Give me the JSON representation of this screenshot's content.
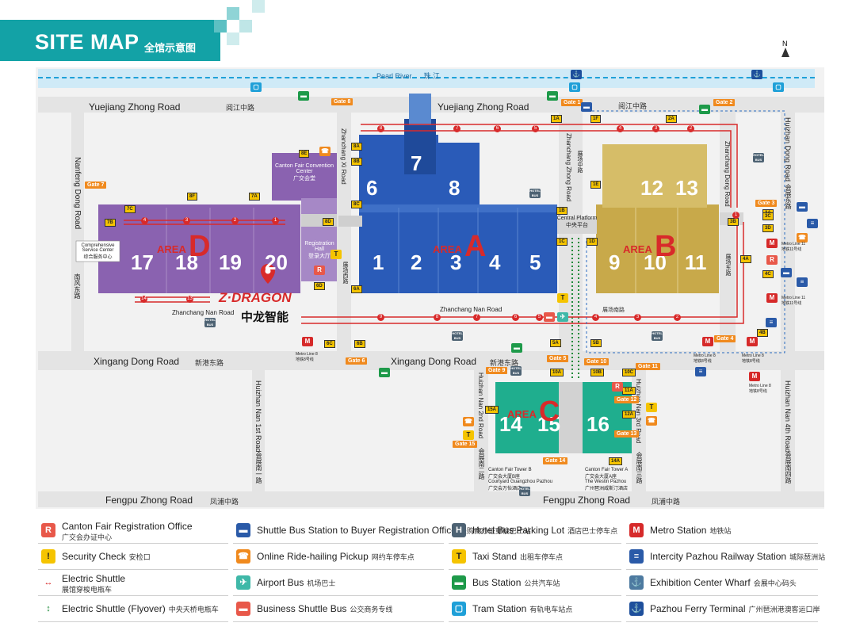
{
  "header": {
    "title": "SITE MAP",
    "subtitle": "全馆示意图"
  },
  "north": "N",
  "river": {
    "en": "Pearl River",
    "cn": "珠 江"
  },
  "roads": {
    "yuejiang_left": "Yuejiang Zhong Road",
    "yuejiang_left_cn": "阅江中路",
    "yuejiang_mid": "Yuejiang Zhong Road",
    "yuejiang_right_cn": "阅江中路",
    "xingang_left": "Xingang Dong Road",
    "xingang_left_cn": "新港东路",
    "xingang_mid": "Xingang Dong Road",
    "xingang_mid_cn": "新港东路",
    "fengpu_left": "Fengpu Zhong Road",
    "fengpu_left_cn": "凤浦中路",
    "fengpu_right": "Fengpu Zhong Road",
    "fengpu_right_cn": "凤浦中路",
    "nanfeng": "Nanfeng Dong Road",
    "nanfeng_cn": "南风东路",
    "zhanchang_xi": "Zhanchang Xi Road",
    "zhanchang_xi_cn": "展场西路",
    "zhanchang_zhong": "Zhanchang Zhong Road",
    "zhanchang_zhong_cn": "展场中路",
    "zhanchang_dong": "Zhanchang Dong Road",
    "zhanchang_dong_cn": "展场东路",
    "huizhan_dong": "Huizhan Dong Road",
    "huizhan_dong_cn": "会展东路",
    "zhanchang_nan_left": "Zhanchang Nan Road",
    "zhanchang_nan_mid": "Zhanchang Nan Road",
    "zhanchang_nan_right_cn": "展场南路",
    "huizhan_nan1": "Huizhan Nan 1st Road",
    "huizhan_nan1_cn": "会展南一路",
    "huizhan_nan2": "Huizhan Nan 2nd Road",
    "huizhan_nan2_cn": "会展南二路",
    "huizhan_nan3": "Huizhan Nan 3rd Road",
    "huizhan_nan3_cn": "会展南三路",
    "huizhan_nan4": "Huizhan Nan 4th Road",
    "huizhan_nan4_cn": "会展南四路"
  },
  "areas": {
    "a": {
      "label": "AREA",
      "letter": "A",
      "halls_top": [
        "6",
        "7",
        "8"
      ],
      "halls_bottom": [
        "1",
        "2",
        "3",
        "4",
        "5"
      ]
    },
    "b": {
      "label": "AREA",
      "letter": "B",
      "halls_top": [
        "12",
        "13"
      ],
      "halls_bottom": [
        "9",
        "10",
        "11"
      ]
    },
    "c": {
      "label": "AREA",
      "letter": "C",
      "halls": [
        "14",
        "15",
        "16"
      ]
    },
    "d": {
      "label": "AREA",
      "letter": "D",
      "halls": [
        "17",
        "18",
        "19",
        "20"
      ]
    }
  },
  "places": {
    "convention_en": "Canton Fair Convention Center",
    "convention_cn": "广交会堂",
    "registration_en": "Registration Hall",
    "registration_cn": "登录大厅",
    "central_en": "Central Platform",
    "central_cn": "中央平台",
    "comprehensive_en": "Comprehensive Service Center",
    "comprehensive_cn": "综合服务中心",
    "tower_b_en": "Canton Fair Tower B",
    "tower_b_cn": "广交会大厦B座",
    "courtyard_en": "Courtyard Guangzhou Pazhou",
    "courtyard_cn": "广交会万怡酒店",
    "tower_a_en": "Canton Fair Tower A",
    "tower_a_cn": "广交会大厦A座",
    "westin_en": "The Westin Pazhou",
    "westin_cn": "广州琶洲威斯汀酒店",
    "hotel_bus": "HOTEL BUS",
    "metro_line8": "Metro Line 8",
    "metro_line8_cn": "地铁8号线",
    "metro_line11": "Metro Line 11",
    "metro_line11_cn": "地铁11号线"
  },
  "brand": {
    "name": "Z·DRAGON",
    "cn": "中龙智能"
  },
  "gates": [
    "Gate 1",
    "Gate 2",
    "Gate 3",
    "Gate 4",
    "Gate 5",
    "Gate 6",
    "Gate 7",
    "Gate 8",
    "Gate 9",
    "Gate 10",
    "Gate 11",
    "Gate 12",
    "Gate 13",
    "Gate 14",
    "Gate 15"
  ],
  "checks": [
    "1A",
    "1B",
    "1C",
    "1D",
    "1E",
    "1F",
    "2A",
    "3A",
    "3B",
    "3C",
    "3D",
    "4A",
    "4B",
    "4C",
    "5A",
    "5B",
    "6A",
    "6B",
    "6C",
    "6D",
    "7A",
    "7B",
    "7C",
    "8A",
    "8B",
    "8C",
    "8D",
    "8E",
    "8F",
    "10A",
    "10B",
    "10C",
    "11A",
    "12A",
    "14A",
    "15A"
  ],
  "shuttle_stops": [
    "1",
    "2",
    "3",
    "4",
    "5",
    "6",
    "7",
    "8",
    "9",
    "10",
    "11",
    "12",
    "13",
    "14"
  ],
  "legend": [
    {
      "icon": "R",
      "color": "#e8584a",
      "en": "Canton Fair Registration Office",
      "cn": "广交会办证中心",
      "name": "registration-office-icon"
    },
    {
      "icon": "▬",
      "color": "#2a5aa8",
      "en": "Shuttle Bus Station to Buyer Registration Office",
      "cn": "采购商办证穿梭巴士站",
      "name": "shuttle-bus-station-icon"
    },
    {
      "icon": "H",
      "color": "#4d6273",
      "en": "Hotel Bus Parking Lot",
      "cn": "酒店巴士停车点",
      "name": "hotel-bus-icon"
    },
    {
      "icon": "M",
      "color": "#d62a2a",
      "en": "Metro Station",
      "cn": "地铁站",
      "name": "metro-icon"
    },
    {
      "icon": "!",
      "color": "#f5c400",
      "en": "Security Check",
      "cn": "安检口",
      "name": "security-check-icon"
    },
    {
      "icon": "☎",
      "color": "#f08a1e",
      "en": "Online Ride-hailing Pickup",
      "cn": "网约车停车点",
      "name": "ride-hailing-icon"
    },
    {
      "icon": "T",
      "color": "#f5c400",
      "en": "Taxi Stand",
      "cn": "出租车停车点",
      "name": "taxi-icon"
    },
    {
      "icon": "≡",
      "color": "#2a5aa8",
      "en": "Intercity Pazhou Railway Station",
      "cn": "城际琶洲站",
      "name": "railway-icon"
    },
    {
      "icon": "↔",
      "color": "#ffffff",
      "en": "Electric Shuttle",
      "cn": "展馆穿梭电瓶车",
      "name": "electric-shuttle-icon"
    },
    {
      "icon": "✈",
      "color": "#3fb8a8",
      "en": "Airport Bus",
      "cn": "机场巴士",
      "name": "airport-bus-icon"
    },
    {
      "icon": "▬",
      "color": "#1e9a4a",
      "en": "Bus Station",
      "cn": "公共汽车站",
      "name": "bus-station-icon"
    },
    {
      "icon": "⚓",
      "color": "#4d7aa0",
      "en": "Exhibition Center Wharf",
      "cn": "会展中心码头",
      "name": "wharf-icon"
    },
    {
      "icon": "↕",
      "color": "#ffffff",
      "en": "Electric Shuttle (Flyover)",
      "cn": "中央天桥电瓶车",
      "name": "flyover-shuttle-icon"
    },
    {
      "icon": "▬",
      "color": "#e8584a",
      "en": "Business Shuttle Bus",
      "cn": "公交商务专线",
      "name": "business-shuttle-icon"
    },
    {
      "icon": "▢",
      "color": "#1fa0d8",
      "en": "Tram Station",
      "cn": "有轨电车站点",
      "name": "tram-icon"
    },
    {
      "icon": "⚓",
      "color": "#1e4f9c",
      "en": "Pazhou Ferry Terminal",
      "cn": "广州琶洲港澳客运口岸",
      "name": "ferry-icon"
    }
  ],
  "colors": {
    "teal": "#13a2a6",
    "area_a": "#2a5bb8",
    "area_b": "#c8a94a",
    "area_c": "#1fae8e",
    "area_d": "#8a62b0",
    "accent_red": "#d82a2a"
  }
}
